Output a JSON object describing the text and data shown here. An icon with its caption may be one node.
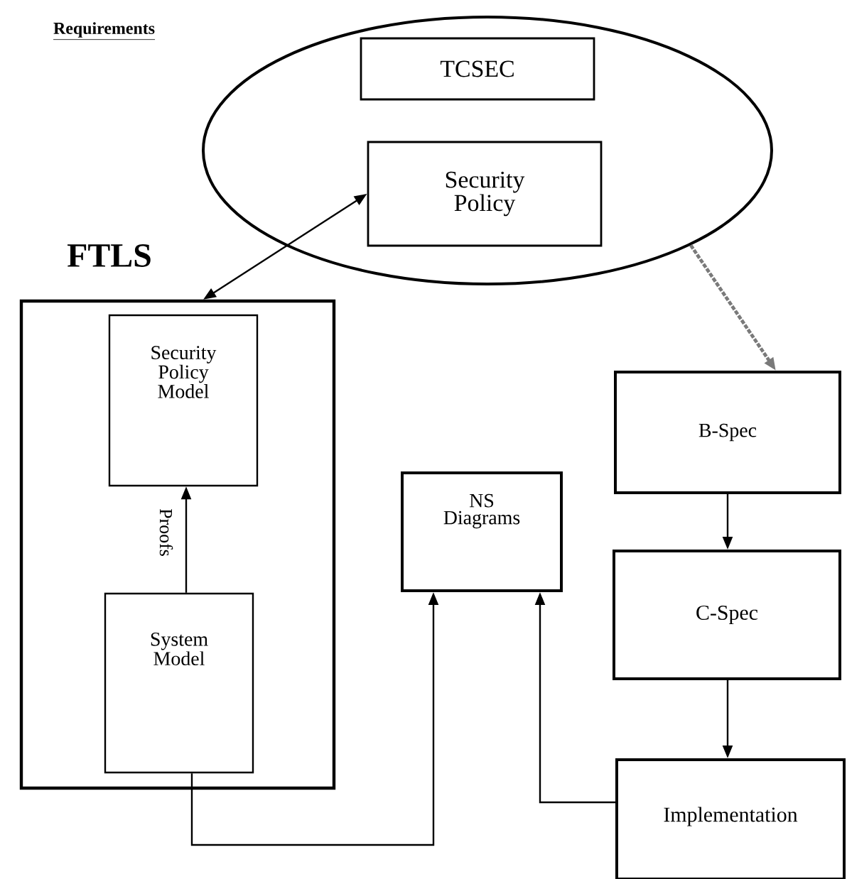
{
  "diagram": {
    "nodes": [
      {
        "text": [],
        "shape": "ellipse"
      },
      {
        "text": [
          "TCSEC"
        ],
        "in": 0
      },
      {
        "text": [
          "Security Policy"
        ],
        "in": 0
      },
      {
        "text": [
          "FTLS"
        ]
      },
      {
        "text": [
          "Security Policy Model"
        ],
        "in": 3
      },
      {
        "text": [
          "System Model"
        ],
        "in": 3
      },
      {
        "text": [
          "NS Diagrams"
        ]
      },
      {
        "text": [
          "B-Spec"
        ]
      },
      {
        "text": [
          "C-Spec"
        ]
      },
      {
        "text": [
          "Implementation"
        ]
      }
    ],
    "edges": [
      {
        "from": 3,
        "to": 2,
        "arrow": "both"
      },
      {
        "from": 0,
        "to": 7,
        "arrow": "to",
        "style": "dashed",
        "color": "#7a7a7a"
      },
      {
        "from": 5,
        "to": 4,
        "arrow": "to",
        "label": "Proofs"
      },
      {
        "from": 5,
        "to": 6,
        "arrow": "to"
      },
      {
        "from": 9,
        "to": 6,
        "arrow": "to"
      },
      {
        "from": 7,
        "to": 8,
        "arrow": "to"
      },
      {
        "from": 8,
        "to": 9,
        "arrow": "to"
      }
    ],
    "labels": [
      "Requirements"
    ]
  }
}
